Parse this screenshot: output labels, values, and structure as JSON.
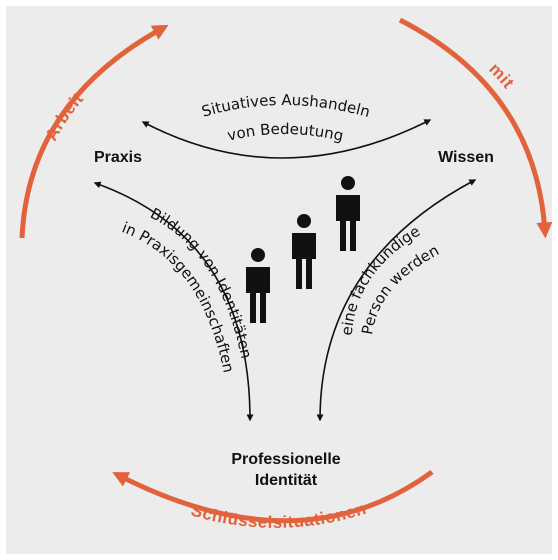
{
  "colors": {
    "background": "#ececec",
    "accent": "#e2623b",
    "ink": "#111111",
    "frame": "#ffffff"
  },
  "nodes": {
    "praxis": "Praxis",
    "wissen": "Wissen",
    "identity_line1": "Professionelle",
    "identity_line2": "Identität"
  },
  "relations": {
    "top_line1": "Situatives Aushandeln",
    "top_line2": "von Bedeutung",
    "left_line1": "Bildung von Identitäten",
    "left_line2": "in Praxisgemeinschaften",
    "right_line1": "eine fachkundige",
    "right_line2": "Person werden"
  },
  "cycle": {
    "arbeit": "Arbeit",
    "mit": "mit",
    "schluessel": "Schlüsselsituationen"
  },
  "figures": {
    "icon": "person-icon",
    "count": 3
  }
}
